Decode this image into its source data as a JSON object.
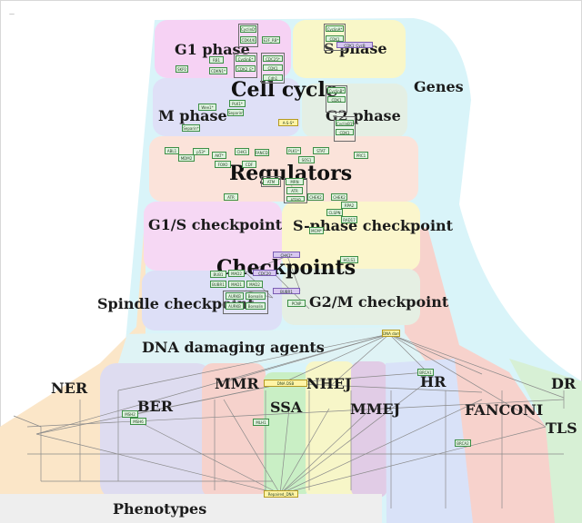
{
  "corner_mark": "—",
  "regions": {
    "genes": "Genes",
    "cell_cycle": "Cell cycle",
    "g1_phase": "G1 phase",
    "s_phase": "S phase",
    "m_phase": "M phase",
    "g2_phase": "G2 phase",
    "regulators": "Regulators",
    "checkpoints": "Checkpoints",
    "g1s_checkpoint": "G1/S checkpoint",
    "s_phase_checkpoint": "S-phase checkpoint",
    "spindle_checkpoint": "Spindle checkpoint",
    "g2m_checkpoint": "G2/M checkpoint",
    "dna_damaging_agents": "DNA damaging agents",
    "ner": "NER",
    "mmr": "MMR",
    "nhej": "NHEJ",
    "hr": "HR",
    "dr": "DR",
    "ber": "BER",
    "ssa": "SSA",
    "mmej": "MMEJ",
    "fanconi": "FANCONI",
    "tls": "TLS",
    "phenotypes": "Phenotypes"
  },
  "nodes": {
    "cycd": "CyclinD*",
    "cdk46": "CDK4/6",
    "e2f": "E2F_RB*",
    "rb1": "RB1",
    "skp2": "SKP2",
    "cdkn1": "CDKN1*",
    "cyce": "CyclinE*",
    "cdk2": "CDK2_E*",
    "cdc25": "CDC25*",
    "cyca": "CyclinA*",
    "cdk1": "CDK1",
    "cdk1b": "CDK1",
    "cycb": "CyclinB*",
    "cycb_cdk1": "CDK1_CycB",
    "cdh1": "Cdh1",
    "wee1": "Wee1*",
    "plk": "PLK1*",
    "sep": "Separin*",
    "cycb2": "CyclinB1*",
    "a_ss": "A-S-S*",
    "abl": "ABL1",
    "mdm2": "MDM2",
    "p53": "p53*",
    "akt": "AKT*",
    "foxo": "FOXO",
    "chk1": "CHK1",
    "cdf": "CDF",
    "atr_tp": "ATR",
    "atm": "ATM",
    "mre": "MRN",
    "atrip": "ATRIP",
    "chek2": "CHEK2",
    "atr2": "ATR",
    "fanc": "FANCD2",
    "stat": "STAT",
    "sos": "SOS1",
    "mcm": "MCM*",
    "prc": "PRC1",
    "chek2b": "CHEK2",
    "rpa": "RPA2",
    "claspin": "CLSPN",
    "rad17": "RAD17",
    "bub1": "BUB1",
    "mad2": "MAD2",
    "bubr1": "BUBR1",
    "mad1": "MAD1",
    "aurk": "AURKB",
    "borealin": "Borealin",
    "cdc20": "CDC20",
    "chkpt1": "CHK1*",
    "hcl": "HCLS1",
    "pcnp": "PCNP",
    "dna_dam": "DNA damage",
    "dsb": "DNA DSB",
    "rb": "RB",
    "mlh": "MLH1",
    "msh": "MSH2",
    "msh6": "MSH6",
    "brca": "BRCA1",
    "brcb": "BRCA2",
    "repair": "Repaired_DNA"
  }
}
